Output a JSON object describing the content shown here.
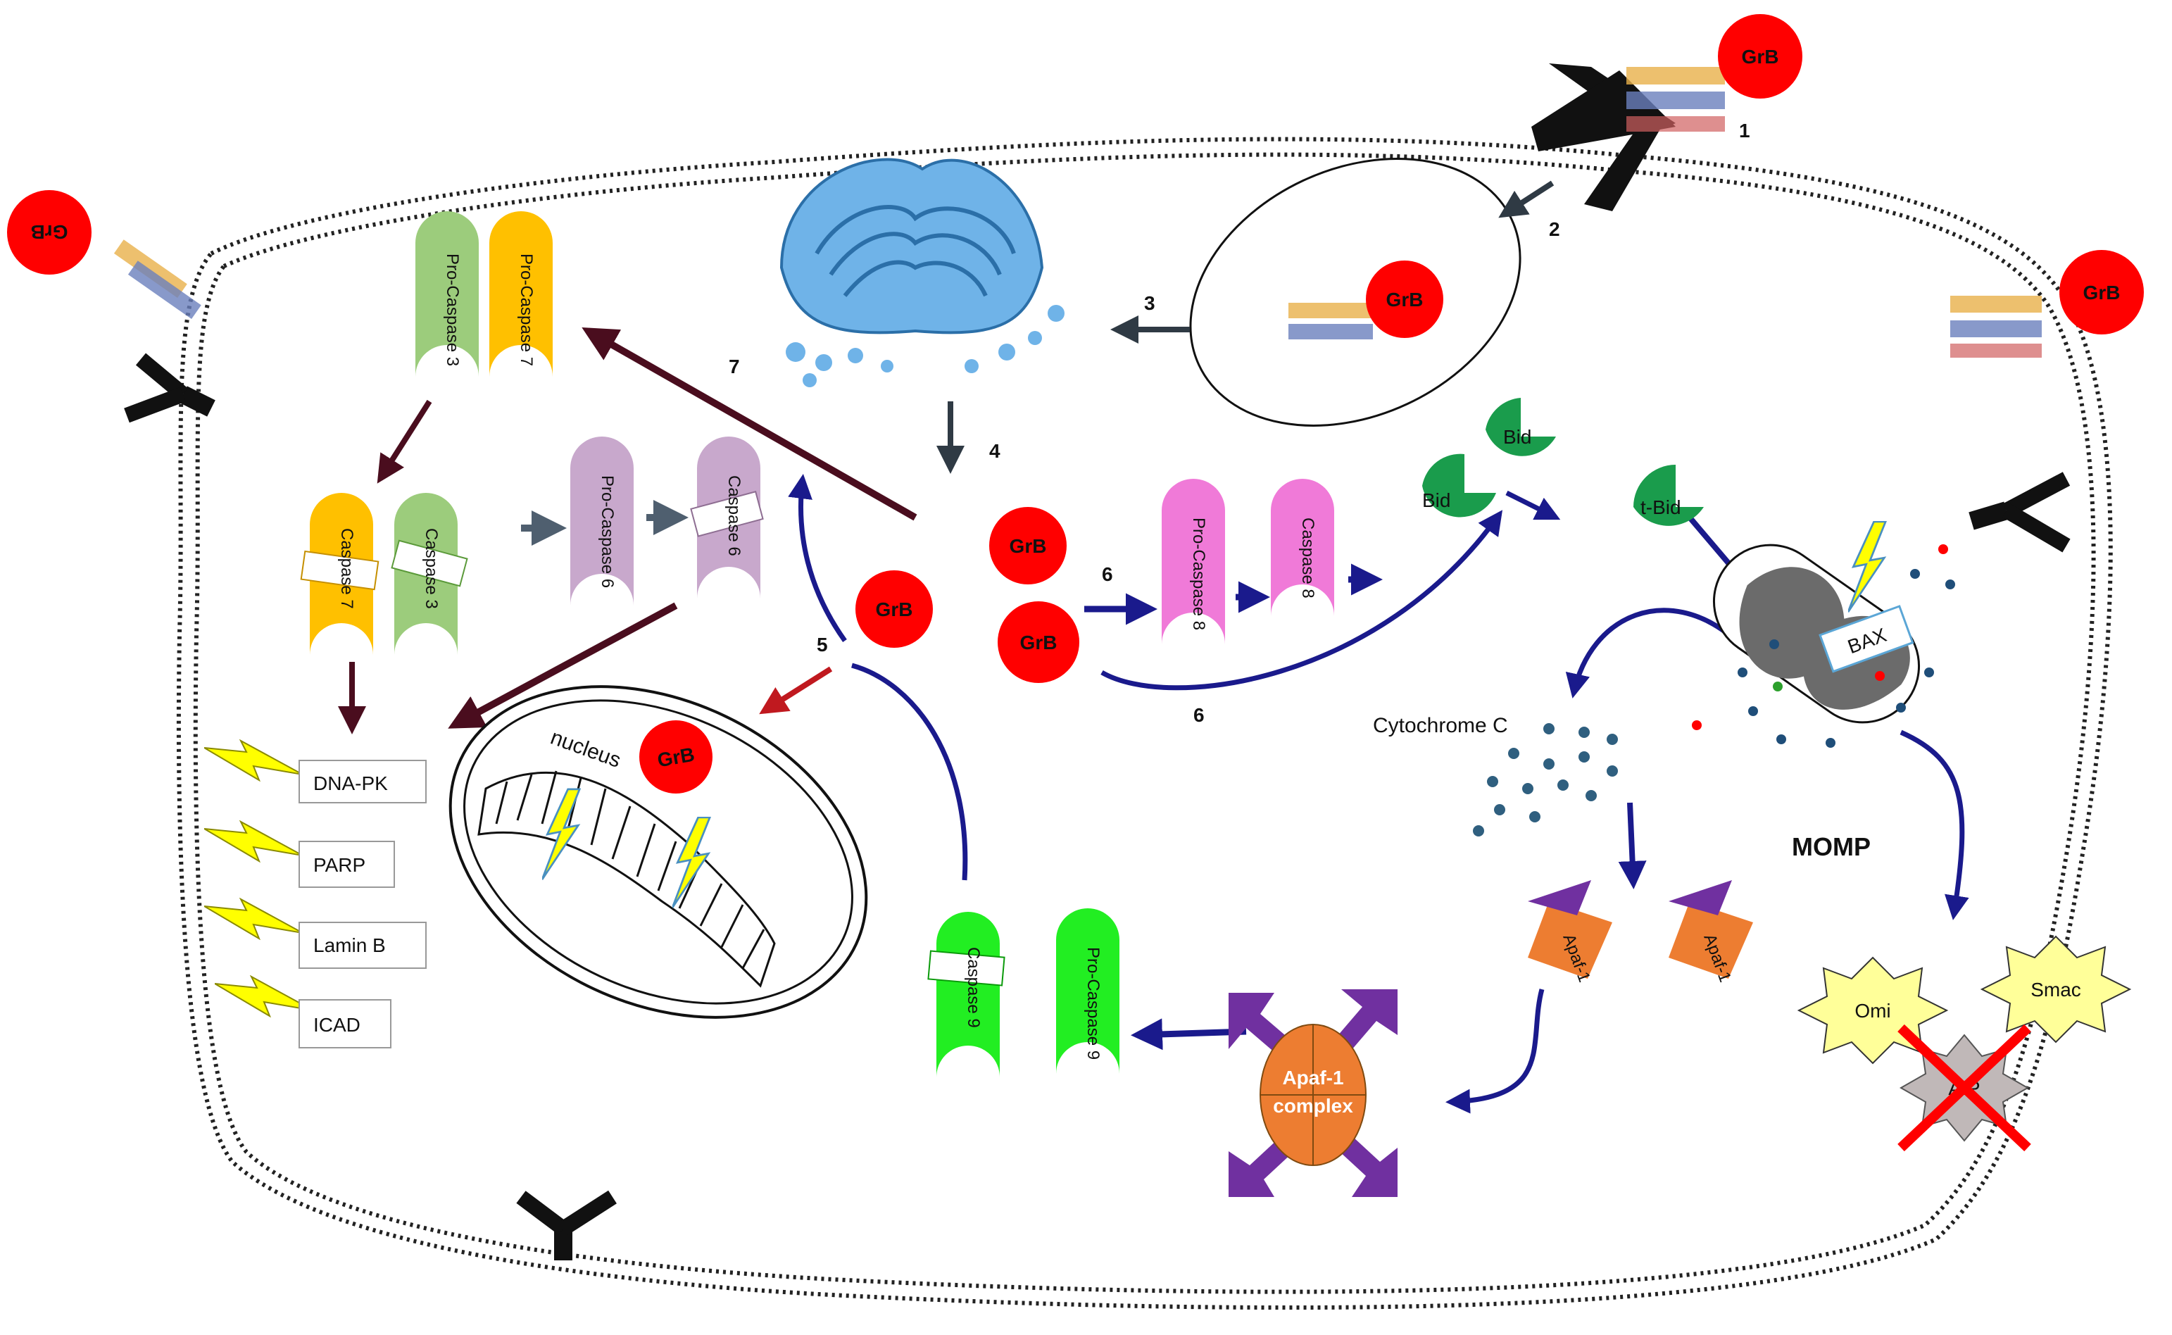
{
  "labels": {
    "grb": "GrB",
    "bid": "Bid",
    "tbid": "t-Bid",
    "bax": "BAX",
    "nucleus": "nucleus",
    "cytochrome": "Cytochrome C",
    "momp": "MOMP",
    "apaf1": "Apaf-1",
    "apaf1_complex_1": "Apaf-1",
    "apaf1_complex_2": "complex",
    "omi": "Omi",
    "smac": "Smac",
    "aip": "AIP"
  },
  "caspases": {
    "pro3": "Pro-Caspase 3",
    "pro7": "Pro-Caspase 7",
    "c7": "Caspase 7",
    "c3": "Caspase 3",
    "pro6": "Pro-Caspase 6",
    "c6": "Caspase 6",
    "pro8": "Pro-Caspase 8",
    "c8": "Caspase 8",
    "c9": "Caspase 9",
    "pro9": "Pro-Caspase 9"
  },
  "substrates": [
    "DNA-PK",
    "PARP",
    "Lamin B",
    "ICAD"
  ],
  "steps": {
    "s1": "1",
    "s2": "2",
    "s3": "3",
    "s4": "4",
    "s5": "5",
    "s6a": "6",
    "s6b": "6",
    "s7": "7"
  },
  "colors": {
    "grb": "#ff0000",
    "navy_arrow": "#1a1a8c",
    "maroon_arrow": "#4a0d1e",
    "slate_arrow": "#4f5f6f",
    "red_arrow": "#c0191f",
    "green_casp": "#9ccc7c",
    "yellow_casp": "#ffc000",
    "purple_casp": "#c8a8cc",
    "pink_casp": "#f07ad8",
    "bright_green": "#22ee22",
    "bid_green": "#1a9c4c",
    "apaf_orange": "#ed7d31",
    "apaf_purple": "#7030a0",
    "star_yellow": "#ffff99",
    "golgi_blue": "#6fb3e8"
  }
}
